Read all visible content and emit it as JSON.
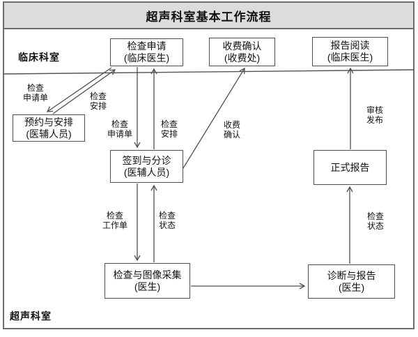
{
  "title": "超声科室基本工作流程",
  "lanes": {
    "top": "临床科室",
    "bottom": "超声科室"
  },
  "nodes": {
    "exam_request": {
      "line1": "检查申请",
      "line2": "(临床医生)"
    },
    "fee_confirm": {
      "line1": "收费确认",
      "line2": "(收费处)"
    },
    "report_read": {
      "line1": "报告阅读",
      "line2": "(临床医生)"
    },
    "appointment": {
      "line1": "预约与安排",
      "line2": "(医辅人员)"
    },
    "checkin": {
      "line1": "签到与分诊",
      "line2": "(医辅人员)"
    },
    "final_report": {
      "line1": "正式报告",
      "line2": ""
    },
    "image_acquisition": {
      "line1": "检查与图像采集",
      "line2": "(医生)"
    },
    "diagnosis": {
      "line1": "诊断与报告",
      "line2": "(医生)"
    }
  },
  "edge_labels": {
    "exam_request_form_1": {
      "line1": "检查",
      "line2": "申请单"
    },
    "exam_schedule_1": {
      "line1": "检查",
      "line2": "安排"
    },
    "exam_request_form_2": {
      "line1": "检查",
      "line2": "申请单"
    },
    "exam_schedule_2": {
      "line1": "检查",
      "line2": "安排"
    },
    "fee_confirmation": {
      "line1": "收费",
      "line2": "确认"
    },
    "review_publish": {
      "line1": "审核",
      "line2": "发布"
    },
    "exam_worklist": {
      "line1": "检查",
      "line2": "工作单"
    },
    "exam_status_1": {
      "line1": "检查",
      "line2": "状态"
    },
    "exam_status_2": {
      "line1": "检查",
      "line2": "状态"
    }
  },
  "colors": {
    "title_background": "#dcdcdc",
    "frame_border": "#6e6e6e",
    "box_border": "#4f4f4f",
    "line": "#4f4f4f",
    "text": "#111111"
  }
}
